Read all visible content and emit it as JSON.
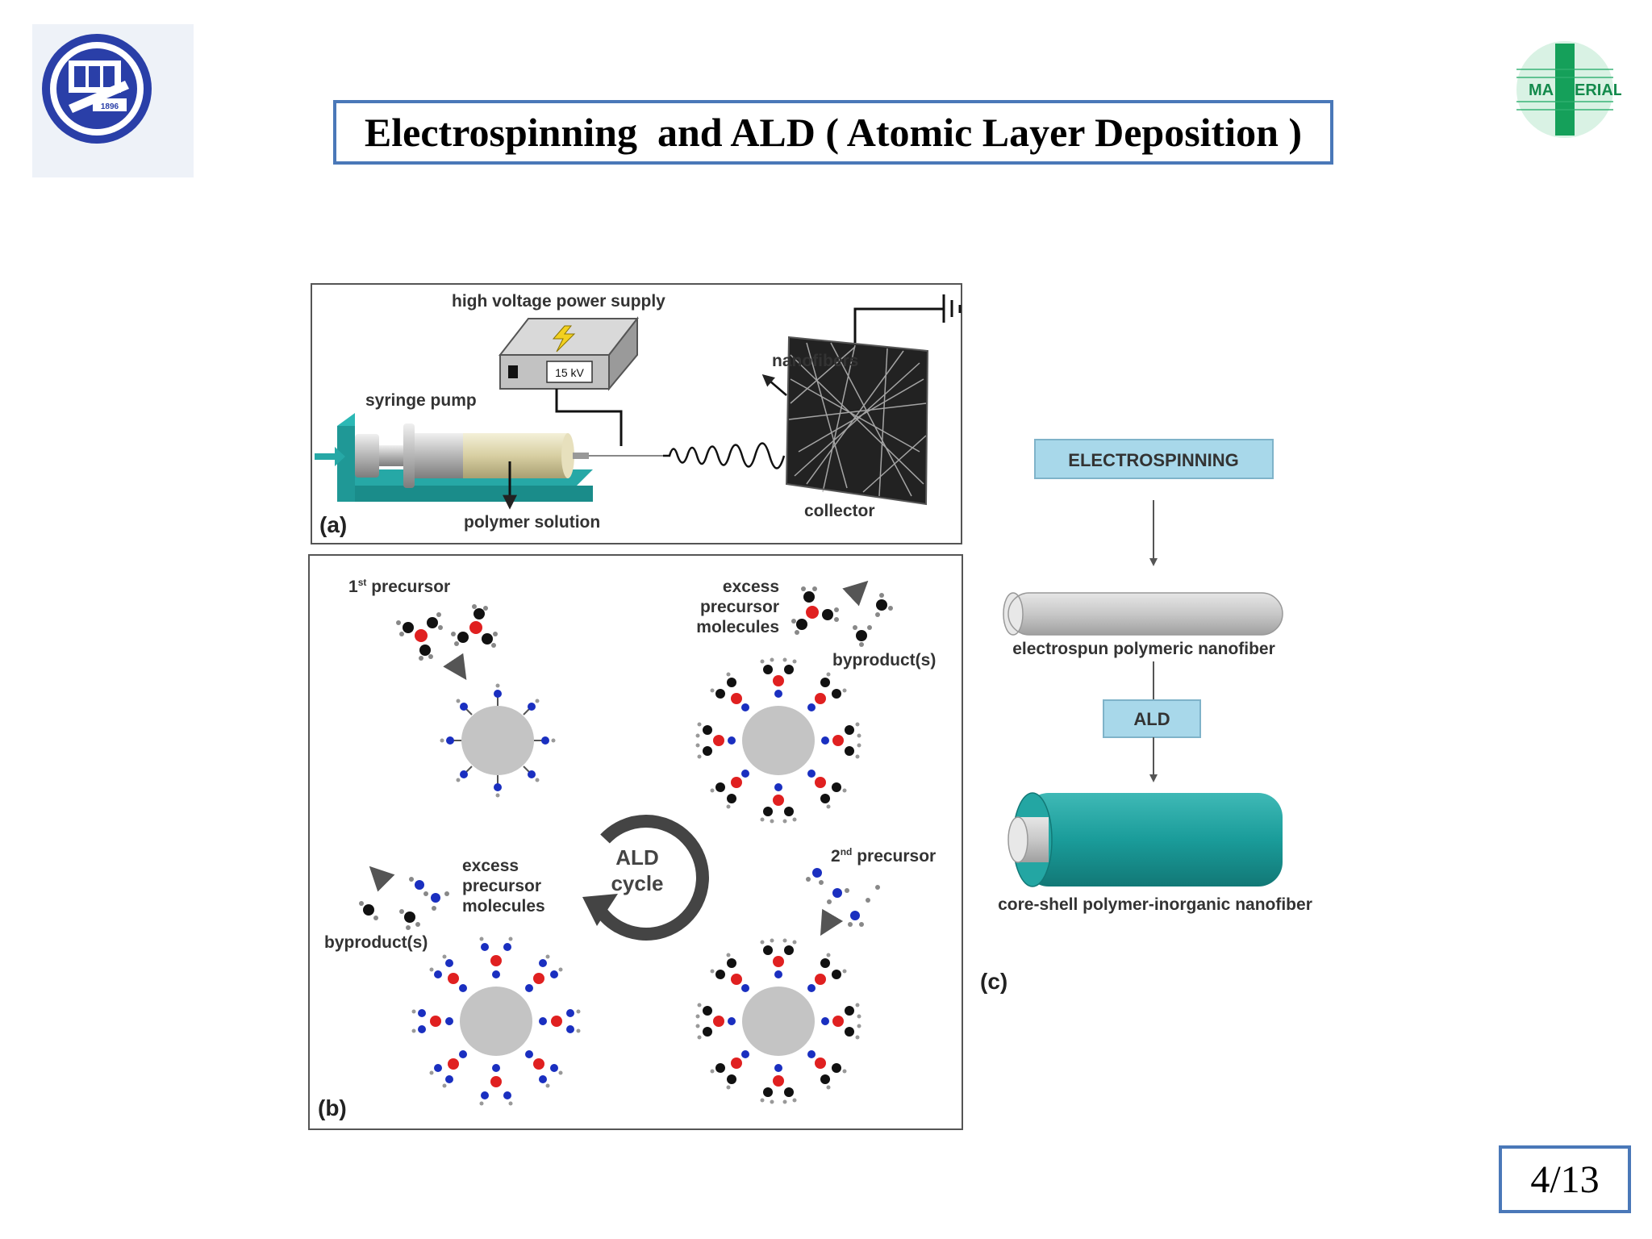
{
  "slide": {
    "title": "Electrospinning  and ALD ( Atomic Layer Deposition )",
    "page_number": "4/13",
    "logo_left_text": "1896",
    "logo_right_text_a": "MA",
    "logo_right_text_b": "ERIALS"
  },
  "panel_a": {
    "label": "(a)",
    "power_supply": "high voltage power supply",
    "voltage": "15 kV",
    "syringe_pump": "syringe pump",
    "polymer_solution": "polymer solution",
    "nanofibers": "nanofibers",
    "collector": "collector"
  },
  "panel_b": {
    "label": "(b)",
    "first_precursor": "1",
    "first_precursor_sup": "st",
    "first_precursor_rest": " precursor",
    "second_precursor": "2",
    "second_precursor_sup": "nd",
    "second_precursor_rest": " precursor",
    "excess_line1": "excess",
    "excess_line2": "precursor",
    "excess_line3": "molecules",
    "byproducts": "byproduct(s)",
    "cycle_line1": "ALD",
    "cycle_line2": "cycle"
  },
  "panel_c": {
    "label": "(c)",
    "electrospinning": "ELECTROSPINNING",
    "polymeric_nanofiber": "electrospun polymeric nanofiber",
    "ald": "ALD",
    "core_shell": "core-shell polymer-inorganic nanofiber"
  },
  "colors": {
    "border_blue": "#4a78b8",
    "teal": "#1a9c9a",
    "light_blue_box": "#a8d8ea",
    "atom_red": "#e02020",
    "atom_blue": "#1a2fc0",
    "atom_black": "#111111",
    "core_gray": "#c4c4c4"
  }
}
